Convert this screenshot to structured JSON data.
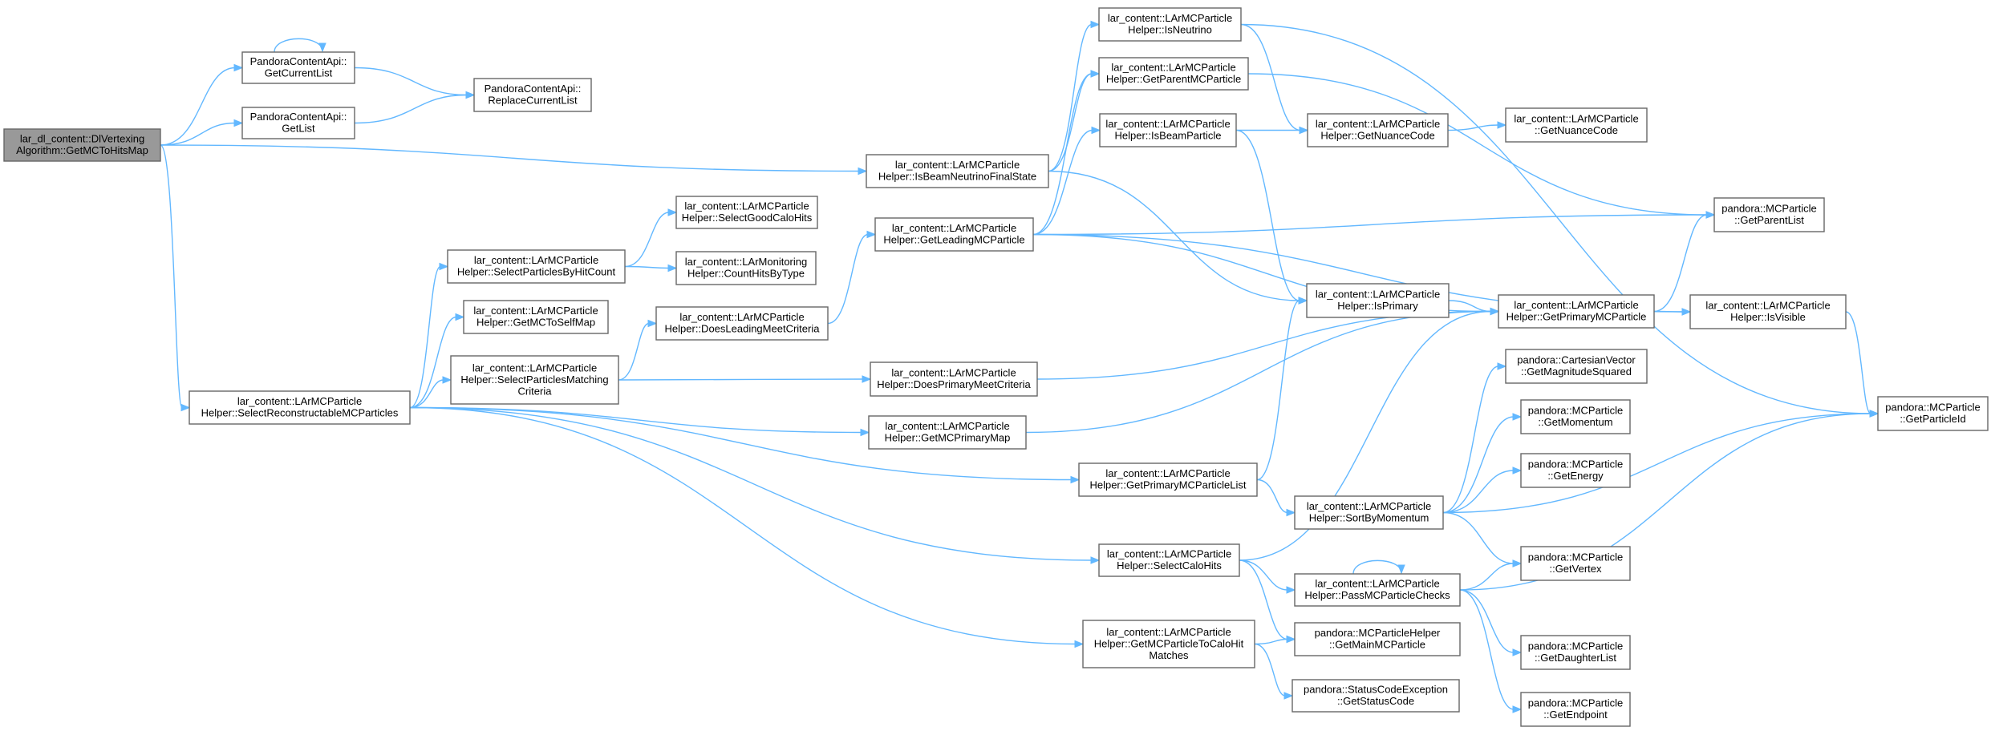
{
  "colors": {
    "edge": "#63b8ff",
    "node_border": "#666666",
    "node_fill": "#ffffff",
    "root_fill": "#999999",
    "text": "#000000"
  },
  "nodes": [
    {
      "id": "root",
      "lines": [
        "lar_dl_content::DlVertexing",
        "Algorithm::GetMCToHitsMap"
      ],
      "root": true
    },
    {
      "id": "getCurrentList",
      "lines": [
        "PandoraContentApi::",
        "GetCurrentList"
      ]
    },
    {
      "id": "getList",
      "lines": [
        "PandoraContentApi::",
        "GetList"
      ]
    },
    {
      "id": "replaceCurrentList",
      "lines": [
        "PandoraContentApi::",
        "ReplaceCurrentList"
      ]
    },
    {
      "id": "selectReco",
      "lines": [
        "lar_content::LArMCParticle",
        "Helper::SelectReconstructableMCParticles"
      ]
    },
    {
      "id": "selectByHit",
      "lines": [
        "lar_content::LArMCParticle",
        "Helper::SelectParticlesByHitCount"
      ]
    },
    {
      "id": "getMCToSelfMap",
      "lines": [
        "lar_content::LArMCParticle",
        "Helper::GetMCToSelfMap"
      ]
    },
    {
      "id": "selectMatching",
      "lines": [
        "lar_content::LArMCParticle",
        "Helper::SelectParticlesMatching",
        "Criteria"
      ]
    },
    {
      "id": "selectGoodCalo",
      "lines": [
        "lar_content::LArMCParticle",
        "Helper::SelectGoodCaloHits"
      ]
    },
    {
      "id": "countHits",
      "lines": [
        "lar_content::LArMonitoring",
        "Helper::CountHitsByType"
      ]
    },
    {
      "id": "doesLeading",
      "lines": [
        "lar_content::LArMCParticle",
        "Helper::DoesLeadingMeetCriteria"
      ]
    },
    {
      "id": "isBeamNuFS",
      "lines": [
        "lar_content::LArMCParticle",
        "Helper::IsBeamNeutrinoFinalState"
      ]
    },
    {
      "id": "getLeading",
      "lines": [
        "lar_content::LArMCParticle",
        "Helper::GetLeadingMCParticle"
      ]
    },
    {
      "id": "doesPrimary",
      "lines": [
        "lar_content::LArMCParticle",
        "Helper::DoesPrimaryMeetCriteria"
      ]
    },
    {
      "id": "getMCPrimaryMap",
      "lines": [
        "lar_content::LArMCParticle",
        "Helper::GetMCPrimaryMap"
      ]
    },
    {
      "id": "getPrimaryList",
      "lines": [
        "lar_content::LArMCParticle",
        "Helper::GetPrimaryMCParticleList"
      ]
    },
    {
      "id": "selectCalo",
      "lines": [
        "lar_content::LArMCParticle",
        "Helper::SelectCaloHits"
      ]
    },
    {
      "id": "getMCToCalo",
      "lines": [
        "lar_content::LArMCParticle",
        "Helper::GetMCParticleToCaloHit",
        "Matches"
      ]
    },
    {
      "id": "isNeutrino",
      "lines": [
        "lar_content::LArMCParticle",
        "Helper::IsNeutrino"
      ]
    },
    {
      "id": "getParentMC",
      "lines": [
        "lar_content::LArMCParticle",
        "Helper::GetParentMCParticle"
      ]
    },
    {
      "id": "isBeamParticle",
      "lines": [
        "lar_content::LArMCParticle",
        "Helper::IsBeamParticle"
      ]
    },
    {
      "id": "isPrimary",
      "lines": [
        "lar_content::LArMCParticle",
        "Helper::IsPrimary"
      ]
    },
    {
      "id": "sortByMomentum",
      "lines": [
        "lar_content::LArMCParticle",
        "Helper::SortByMomentum"
      ]
    },
    {
      "id": "passChecks",
      "lines": [
        "lar_content::LArMCParticle",
        "Helper::PassMCParticleChecks"
      ]
    },
    {
      "id": "getMainMC",
      "lines": [
        "pandora::MCParticleHelper",
        "::GetMainMCParticle"
      ]
    },
    {
      "id": "getStatusCode",
      "lines": [
        "pandora::StatusCodeException",
        "::GetStatusCode"
      ]
    },
    {
      "id": "getNuanceCodeH",
      "lines": [
        "lar_content::LArMCParticle",
        "Helper::GetNuanceCode"
      ]
    },
    {
      "id": "getNuanceCode",
      "lines": [
        "lar_content::LArMCParticle",
        "::GetNuanceCode"
      ]
    },
    {
      "id": "getPrimaryMC",
      "lines": [
        "lar_content::LArMCParticle",
        "Helper::GetPrimaryMCParticle"
      ]
    },
    {
      "id": "magSquared",
      "lines": [
        "pandora::CartesianVector",
        "::GetMagnitudeSquared"
      ]
    },
    {
      "id": "getMomentum",
      "lines": [
        "pandora::MCParticle",
        "::GetMomentum"
      ]
    },
    {
      "id": "getEnergy",
      "lines": [
        "pandora::MCParticle",
        "::GetEnergy"
      ]
    },
    {
      "id": "getVertex",
      "lines": [
        "pandora::MCParticle",
        "::GetVertex"
      ]
    },
    {
      "id": "getDaughterList",
      "lines": [
        "pandora::MCParticle",
        "::GetDaughterList"
      ]
    },
    {
      "id": "getEndpoint",
      "lines": [
        "pandora::MCParticle",
        "::GetEndpoint"
      ]
    },
    {
      "id": "getParentList",
      "lines": [
        "pandora::MCParticle",
        "::GetParentList"
      ]
    },
    {
      "id": "isVisible",
      "lines": [
        "lar_content::LArMCParticle",
        "Helper::IsVisible"
      ]
    },
    {
      "id": "getParticleId",
      "lines": [
        "pandora::MCParticle",
        "::GetParticleId"
      ]
    }
  ],
  "edges": [
    [
      "root",
      "getCurrentList"
    ],
    [
      "root",
      "getList"
    ],
    [
      "root",
      "isBeamNuFS"
    ],
    [
      "root",
      "selectReco"
    ],
    [
      "getCurrentList",
      "replaceCurrentList"
    ],
    [
      "getList",
      "replaceCurrentList"
    ],
    [
      "selectReco",
      "selectByHit"
    ],
    [
      "selectReco",
      "getMCToSelfMap"
    ],
    [
      "selectReco",
      "selectMatching"
    ],
    [
      "selectReco",
      "getMCPrimaryMap"
    ],
    [
      "selectReco",
      "getPrimaryList"
    ],
    [
      "selectReco",
      "selectCalo"
    ],
    [
      "selectReco",
      "getMCToCalo"
    ],
    [
      "selectByHit",
      "selectGoodCalo"
    ],
    [
      "selectByHit",
      "countHits"
    ],
    [
      "selectMatching",
      "doesLeading"
    ],
    [
      "selectMatching",
      "doesPrimary"
    ],
    [
      "doesLeading",
      "getLeading"
    ],
    [
      "isBeamNuFS",
      "isNeutrino"
    ],
    [
      "isBeamNuFS",
      "getParentMC"
    ],
    [
      "isBeamNuFS",
      "isPrimary"
    ],
    [
      "getLeading",
      "getParentMC"
    ],
    [
      "getLeading",
      "isBeamParticle"
    ],
    [
      "getLeading",
      "getParentList"
    ],
    [
      "getLeading",
      "isVisible"
    ],
    [
      "getLeading",
      "getPrimaryMC"
    ],
    [
      "doesPrimary",
      "getPrimaryMC"
    ],
    [
      "getMCPrimaryMap",
      "getPrimaryMC"
    ],
    [
      "getPrimaryList",
      "isPrimary"
    ],
    [
      "getPrimaryList",
      "sortByMomentum"
    ],
    [
      "selectCalo",
      "getPrimaryMC"
    ],
    [
      "selectCalo",
      "passChecks"
    ],
    [
      "selectCalo",
      "getMainMC"
    ],
    [
      "getMCToCalo",
      "getMainMC"
    ],
    [
      "getMCToCalo",
      "getStatusCode"
    ],
    [
      "isNeutrino",
      "getNuanceCodeH"
    ],
    [
      "isNeutrino",
      "getParticleId"
    ],
    [
      "getParentMC",
      "getParentList"
    ],
    [
      "isBeamParticle",
      "getNuanceCodeH"
    ],
    [
      "isBeamParticle",
      "isPrimary"
    ],
    [
      "getNuanceCodeH",
      "getNuanceCode"
    ],
    [
      "isPrimary",
      "getPrimaryMC"
    ],
    [
      "getPrimaryMC",
      "getParentList"
    ],
    [
      "getPrimaryMC",
      "isVisible"
    ],
    [
      "isVisible",
      "getParticleId"
    ],
    [
      "sortByMomentum",
      "magSquared"
    ],
    [
      "sortByMomentum",
      "getMomentum"
    ],
    [
      "sortByMomentum",
      "getEnergy"
    ],
    [
      "sortByMomentum",
      "getVertex"
    ],
    [
      "sortByMomentum",
      "getParticleId"
    ],
    [
      "passChecks",
      "passChecks"
    ],
    [
      "passChecks",
      "getVertex"
    ],
    [
      "passChecks",
      "getDaughterList"
    ],
    [
      "passChecks",
      "getEndpoint"
    ],
    [
      "passChecks",
      "getParticleId"
    ],
    [
      "getCurrentList",
      "getCurrentList"
    ]
  ]
}
